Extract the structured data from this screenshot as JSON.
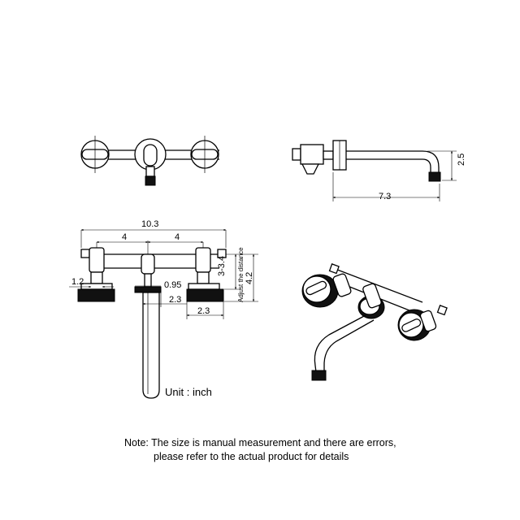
{
  "dimensions": {
    "front_total_width": "10.3",
    "left_spacing": "4",
    "right_spacing": "4",
    "left_handle_offset": "1.2",
    "spout_diameter": "0.95",
    "spout_width": "2.3",
    "handle_width": "2.3",
    "adjust_range": "3-3.4",
    "adjust_label": "Adjust the distance",
    "overall_height": "4.2",
    "spout_length": "7.3",
    "spout_height": "2.5"
  },
  "unit_label": "Unit : inch",
  "note": {
    "line1": "Note: The size is manual measurement and there are errors,",
    "line2": "please refer to the actual product for details"
  }
}
